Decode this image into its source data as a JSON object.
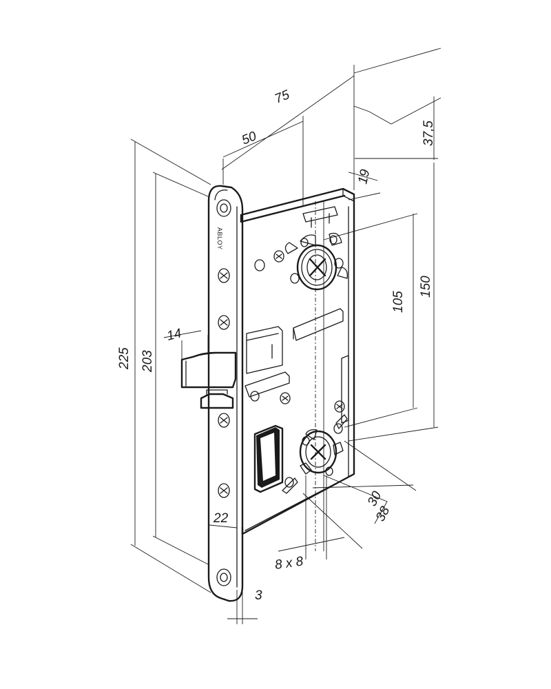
{
  "brand_text": "ABLOY",
  "dimensions": {
    "d75": "75",
    "d50": "50",
    "d37_5": "37,5",
    "d19": "19",
    "d105": "105",
    "d150": "150",
    "d225": "225",
    "d203": "203",
    "d14": "14",
    "d22": "22",
    "d30": "30",
    "d38": "38",
    "d8x8": "8 x 8",
    "d3": "3"
  }
}
